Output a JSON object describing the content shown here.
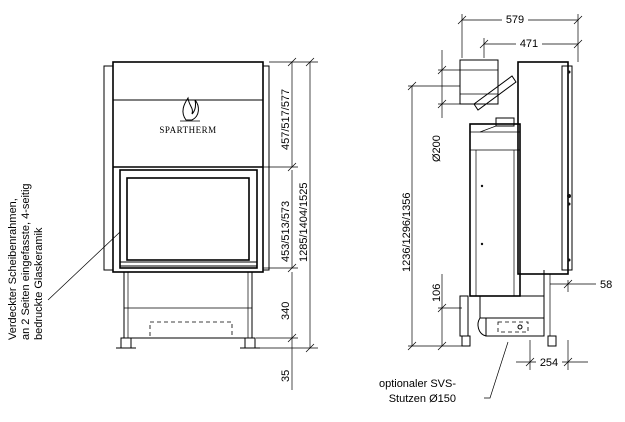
{
  "front_view": {
    "brand": "SPARTHERM",
    "dims_right": {
      "top_segment": "457/517/577",
      "glass_segment": "453/513/573",
      "base_segment": "340",
      "overall": "1285/1404/1525",
      "foot": "35"
    },
    "note_lines": [
      "Verdeckter Scheibenrahmen,",
      "an 2 Seiten eingefasste, 4-seitig",
      "bedruckte Glaskeramik"
    ]
  },
  "side_view": {
    "width_total": "579",
    "width_inner": "471",
    "pipe_diameter": "Ø200",
    "overall_height": "1236/1296/1356",
    "lower_height": "106",
    "offset_right": "58",
    "bottom_width": "254",
    "note_lines": [
      "optionaler SVS-",
      "Stutzen Ø150"
    ]
  }
}
